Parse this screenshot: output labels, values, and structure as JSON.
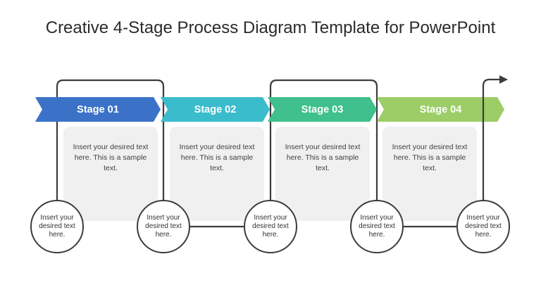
{
  "title": "Creative 4-Stage Process Diagram Template for PowerPoint",
  "stages": [
    {
      "label": "Stage 01",
      "color": "#3b72c8",
      "text": "Insert your desired text here. This is a sample text."
    },
    {
      "label": "Stage 02",
      "color": "#3bbccd",
      "text": "Insert your desired text here. This is a sample text."
    },
    {
      "label": "Stage 03",
      "color": "#40c08c",
      "text": "Insert your desired text here. This is a sample text."
    },
    {
      "label": "Stage 04",
      "color": "#9ccd66",
      "text": "Insert your desired text here. This is a sample text."
    }
  ],
  "circles": [
    "Insert your desired text here.",
    "Insert your desired text here.",
    "Insert your desired text here.",
    "Insert your desired text here.",
    "Insert your desired text here."
  ],
  "colors": {
    "line": "#3c3c3c",
    "card": "#f0f0f0"
  }
}
